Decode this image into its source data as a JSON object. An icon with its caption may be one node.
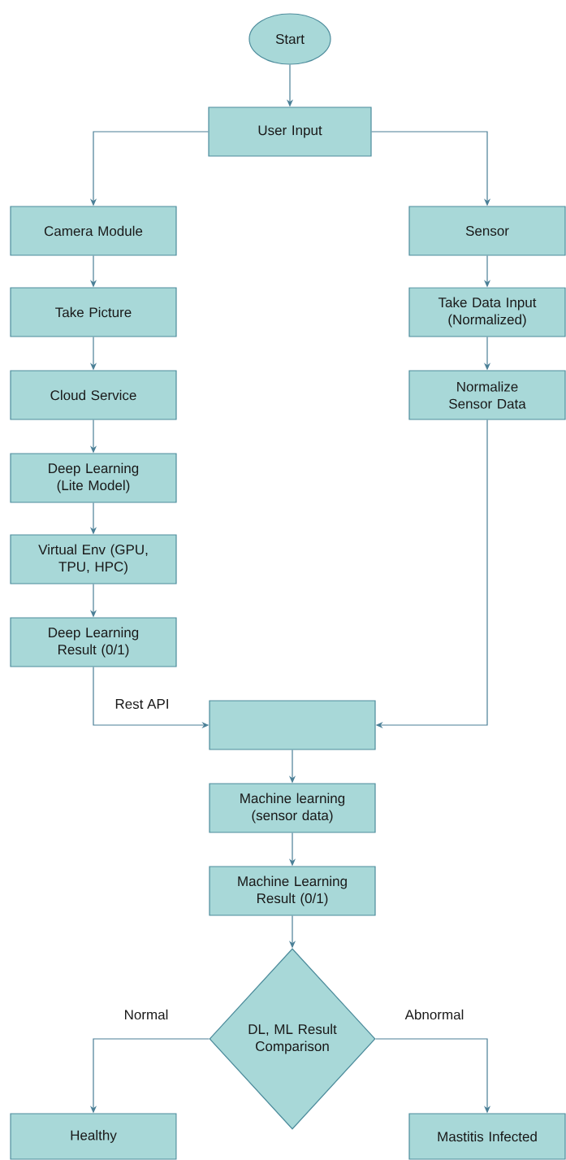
{
  "diagram": {
    "nodes": [
      {
        "text": [
          "Start"
        ]
      },
      {
        "text": [
          "User  Input"
        ]
      },
      {
        "text": [
          "Camera Module"
        ]
      },
      {
        "text": [
          "Take Picture"
        ]
      },
      {
        "text": [
          "Cloud Service"
        ]
      },
      {
        "text": [
          "Deep Learning (Lite Model)"
        ]
      },
      {
        "text": [
          "Virtual Env (GPU, TPU, HPC)"
        ]
      },
      {
        "text": [
          "Deep Learning Result (0/1)"
        ]
      },
      {
        "text": [
          "Sensor"
        ]
      },
      {
        "text": [
          "Take Data Input (Normalized)"
        ]
      },
      {
        "text": [
          "Normalize Sensor Data"
        ]
      },
      {
        "text": [],
        "shape": "box"
      },
      {
        "text": [
          "Machine learning (sensor data)"
        ]
      },
      {
        "text": [
          "Machine Learning Result (0/1)"
        ]
      },
      {
        "text": [
          "DL, ML Result Comparison"
        ]
      },
      {
        "text": [
          "Healthy"
        ]
      },
      {
        "text": [
          "Mastitis Infected"
        ]
      }
    ],
    "edges": [
      {
        "from": 0,
        "to": 1,
        "arrow": "to"
      },
      {
        "from": 1,
        "to": 2,
        "arrow": "to"
      },
      {
        "from": 1,
        "to": 8,
        "arrow": "to"
      },
      {
        "from": 2,
        "to": 3,
        "arrow": "to"
      },
      {
        "from": 3,
        "to": 4,
        "arrow": "to"
      },
      {
        "from": 4,
        "to": 5,
        "arrow": "to"
      },
      {
        "from": 5,
        "to": 6,
        "arrow": "to"
      },
      {
        "from": 6,
        "to": 7,
        "arrow": "to"
      },
      {
        "from": 7,
        "to": 11,
        "arrow": "to",
        "label": "Rest API"
      },
      {
        "from": 8,
        "to": 9,
        "arrow": "to"
      },
      {
        "from": 9,
        "to": 10,
        "arrow": "to"
      },
      {
        "from": 10,
        "to": 11,
        "arrow": "to"
      },
      {
        "from": 11,
        "to": 12,
        "arrow": "to"
      },
      {
        "from": 12,
        "to": 13,
        "arrow": "to"
      },
      {
        "from": 13,
        "to": 14,
        "arrow": "to"
      },
      {
        "from": 14,
        "to": 15,
        "arrow": "to",
        "label": "Normal"
      },
      {
        "from": 14,
        "to": 16,
        "arrow": "to",
        "label": "Abnormal"
      }
    ]
  }
}
